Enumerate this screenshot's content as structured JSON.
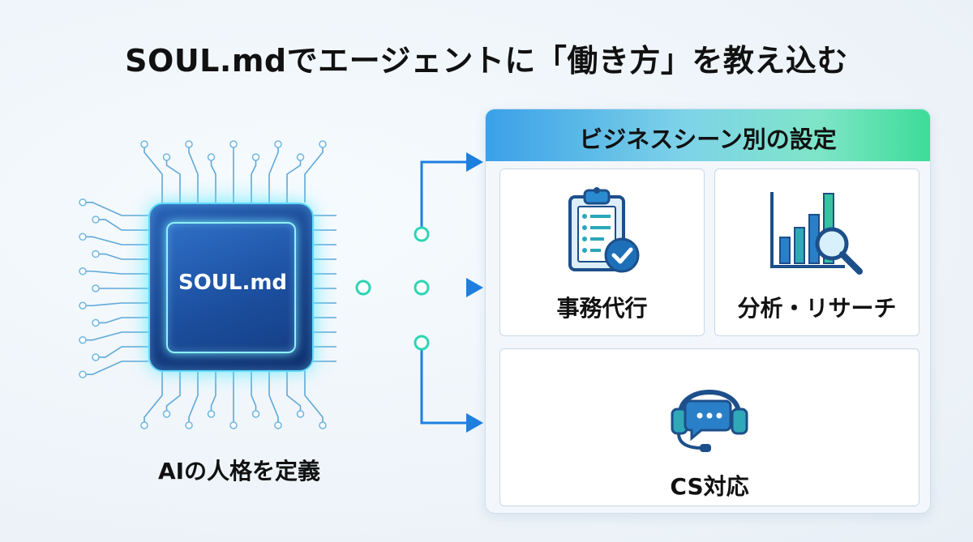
{
  "title": "SOUL.mdでエージェントに「働き方」を教え込む",
  "chip": {
    "label": "SOUL.md"
  },
  "persona_caption": "AIの人格を定義",
  "panel": {
    "title": "ビジネスシーン別の設定",
    "cards": [
      {
        "label": "事務代行",
        "icon": "clipboard-check-icon"
      },
      {
        "label": "分析・リサーチ",
        "icon": "bar-chart-magnifier-icon"
      },
      {
        "label": "CS対応",
        "icon": "headset-chat-icon"
      }
    ]
  },
  "colors": {
    "chip_blue": "#1b4e9e",
    "glow_cyan": "#40ecff",
    "connector_blue": "#1e7fe0",
    "connector_teal": "#2ed4b4"
  }
}
